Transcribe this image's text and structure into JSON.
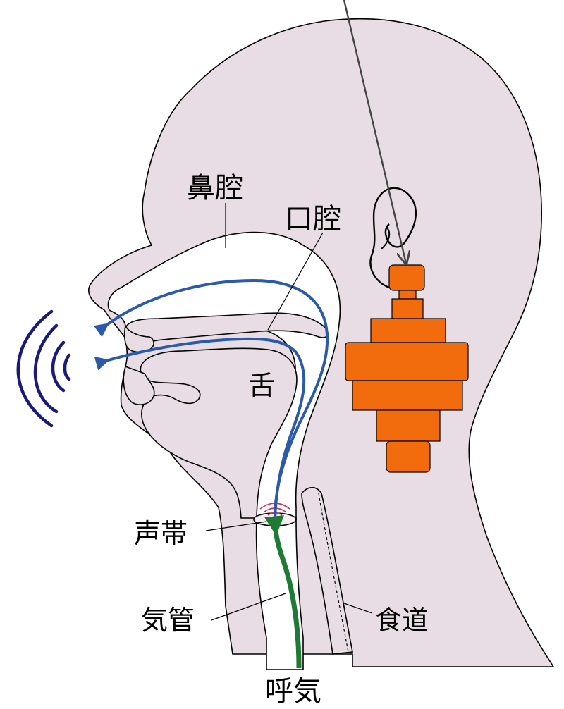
{
  "labels": {
    "nasal_cavity": "鼻腔",
    "oral_cavity": "口腔",
    "tongue": "舌",
    "vocal_cords": "声帯",
    "trachea": "気管",
    "esophagus": "食道",
    "exhalation": "呼気"
  },
  "colors": {
    "tissue": "#e8dde4",
    "outline": "#000000",
    "airflow": "#2a5aa8",
    "breath": "#1e7a34",
    "device": "#f26b0c",
    "sound_waves": "#1a1a7a",
    "vibration": "#d6305a"
  }
}
